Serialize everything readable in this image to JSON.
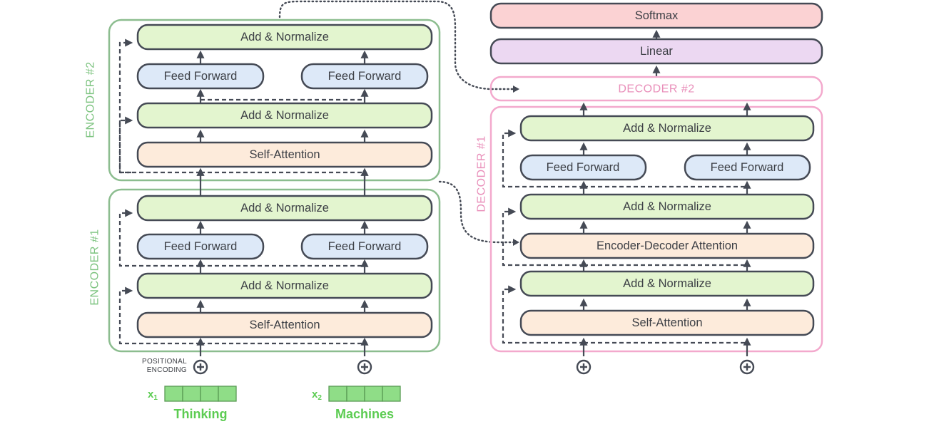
{
  "encoder2": {
    "label": "ENCODER #2",
    "add_norm_top": "Add & Normalize",
    "ffn_left": "Feed Forward",
    "ffn_right": "Feed Forward",
    "add_norm_bottom": "Add & Normalize",
    "self_attention": "Self-Attention"
  },
  "encoder1": {
    "label": "ENCODER #1",
    "add_norm_top": "Add & Normalize",
    "ffn_left": "Feed Forward",
    "ffn_right": "Feed Forward",
    "add_norm_bottom": "Add & Normalize",
    "self_attention": "Self-Attention"
  },
  "decoder2": {
    "label": "DECODER #2"
  },
  "decoder1": {
    "label": "DECODER #1",
    "add_norm_top": "Add & Normalize",
    "ffn_left": "Feed Forward",
    "ffn_right": "Feed Forward",
    "add_norm_mid": "Add & Normalize",
    "enc_dec_attention": "Encoder-Decoder Attention",
    "add_norm_bottom": "Add & Normalize",
    "self_attention": "Self-Attention"
  },
  "output": {
    "softmax": "Softmax",
    "linear": "Linear"
  },
  "positional_encoding": {
    "line1": "POSITIONAL",
    "line2": "ENCODING"
  },
  "inputs": [
    {
      "symbol": "x",
      "subscript": "1",
      "word": "Thinking"
    },
    {
      "symbol": "x",
      "subscript": "2",
      "word": "Machines"
    }
  ],
  "colors": {
    "encoder_frame": "#8cbd8f",
    "decoder_frame": "#f3a9cd",
    "add_normalize": "#e3f5cf",
    "feed_forward": "#dde9f8",
    "attention": "#fdebdb",
    "softmax": "#fbd2d3",
    "linear": "#ecd8f2",
    "word": "#5ccc52"
  }
}
